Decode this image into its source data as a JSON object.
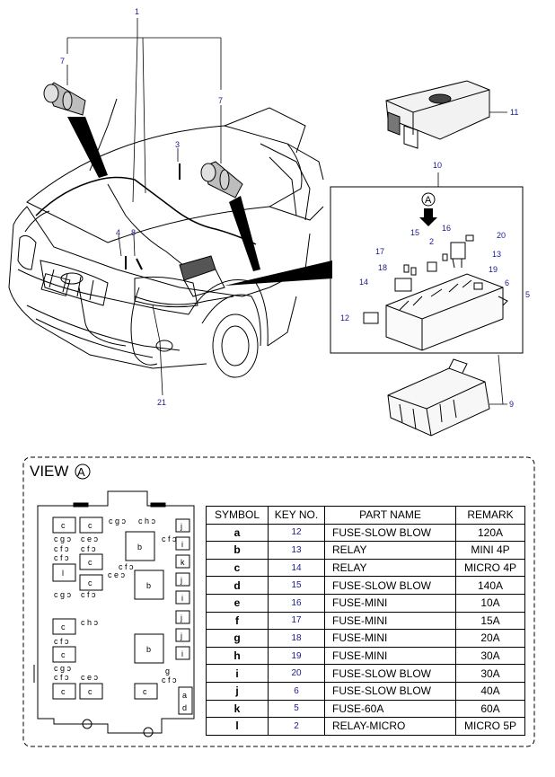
{
  "callouts": {
    "n1": "1",
    "n7a": "7",
    "n7b": "7",
    "n3": "3",
    "n4": "4",
    "n8": "8",
    "n21": "21",
    "n11": "11",
    "n10": "10",
    "n15": "15",
    "n16": "16",
    "n2": "2",
    "n20": "20",
    "n13": "13",
    "n17": "17",
    "n18": "18",
    "n19": "19",
    "n14": "14",
    "n6": "6",
    "n5": "5",
    "n12": "12",
    "n9": "9",
    "circle_a": "A"
  },
  "view": {
    "title": "VIEW",
    "circle": "A"
  },
  "fuse_box": {
    "letters": {
      "c1": "c",
      "c2": "c",
      "g1": "c g ɔ",
      "h1": "c h ɔ",
      "j1": "j",
      "g2": "c g ɔ",
      "e1": "c e ɔ",
      "b1": "b",
      "f1": "c f ɔ",
      "i1": "i",
      "f2": "c f ɔ",
      "c3": "c",
      "f3": "c f ɔ",
      "k1": "k",
      "l1": "l",
      "e2": "c e ɔ",
      "b2": "b",
      "c4": "c",
      "f4": "c f ɔ",
      "j2": "j",
      "g3": "c g ɔ",
      "i2": "i",
      "h2": "c h ɔ",
      "j3": "j",
      "c5": "c",
      "b3": "b",
      "j4": "j",
      "f5": "c f ɔ",
      "c6": "c",
      "i3": "i",
      "g4": "c g ɔ",
      "e3": "c e ɔ",
      "g5": "g",
      "c7": "c",
      "c8": "c",
      "c9": "c",
      "f6": "c f ɔ",
      "a1": "a",
      "d1": "d"
    }
  },
  "table": {
    "headers": [
      "SYMBOL",
      "KEY NO.",
      "PART NAME",
      "REMARK"
    ],
    "rows": [
      {
        "symbol": "a",
        "key": "12",
        "name": "FUSE-SLOW BLOW",
        "remark": "120A"
      },
      {
        "symbol": "b",
        "key": "13",
        "name": "RELAY",
        "remark": "MINI 4P"
      },
      {
        "symbol": "c",
        "key": "14",
        "name": "RELAY",
        "remark": "MICRO 4P"
      },
      {
        "symbol": "d",
        "key": "15",
        "name": "FUSE-SLOW BLOW",
        "remark": "140A"
      },
      {
        "symbol": "e",
        "key": "16",
        "name": "FUSE-MINI",
        "remark": "10A"
      },
      {
        "symbol": "f",
        "key": "17",
        "name": "FUSE-MINI",
        "remark": "15A"
      },
      {
        "symbol": "g",
        "key": "18",
        "name": "FUSE-MINI",
        "remark": "20A"
      },
      {
        "symbol": "h",
        "key": "19",
        "name": "FUSE-MINI",
        "remark": "30A"
      },
      {
        "symbol": "i",
        "key": "20",
        "name": "FUSE-SLOW BLOW",
        "remark": "30A"
      },
      {
        "symbol": "j",
        "key": "6",
        "name": "FUSE-SLOW BLOW",
        "remark": "40A"
      },
      {
        "symbol": "k",
        "key": "5",
        "name": "FUSE-60A",
        "remark": "60A"
      },
      {
        "symbol": "l",
        "key": "2",
        "name": "RELAY-MICRO",
        "remark": "MICRO 5P"
      }
    ]
  }
}
